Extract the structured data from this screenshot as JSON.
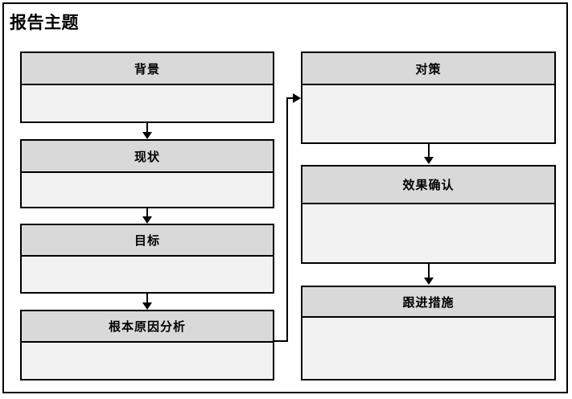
{
  "document": {
    "title": "报告主题"
  },
  "colors": {
    "header_fill": "#d9d9d9",
    "body_fill": "#f2f2f2",
    "border": "#000000",
    "page_background": "#ffffff"
  },
  "diagram": {
    "type": "flowchart",
    "columns": [
      {
        "name": "left-column",
        "boxes": [
          {
            "id": "background",
            "header": "背景",
            "body": ""
          },
          {
            "id": "current-status",
            "header": "现状",
            "body": ""
          },
          {
            "id": "goal",
            "header": "目标",
            "body": ""
          },
          {
            "id": "root-cause-analysis",
            "header": "根本原因分析",
            "body": ""
          }
        ]
      },
      {
        "name": "right-column",
        "boxes": [
          {
            "id": "countermeasure",
            "header": "对策",
            "body": ""
          },
          {
            "id": "effect-confirmation",
            "header": "效果确认",
            "body": ""
          },
          {
            "id": "follow-up-actions",
            "header": "跟进措施",
            "body": ""
          }
        ]
      }
    ],
    "connectors": [
      {
        "from": "background",
        "to": "current-status",
        "style": "arrow-down"
      },
      {
        "from": "current-status",
        "to": "goal",
        "style": "arrow-down"
      },
      {
        "from": "goal",
        "to": "root-cause-analysis",
        "style": "arrow-down"
      },
      {
        "from": "root-cause-analysis",
        "to": "countermeasure",
        "style": "elbow-arrow-right"
      },
      {
        "from": "countermeasure",
        "to": "effect-confirmation",
        "style": "arrow-down"
      },
      {
        "from": "effect-confirmation",
        "to": "follow-up-actions",
        "style": "arrow-down"
      }
    ]
  }
}
